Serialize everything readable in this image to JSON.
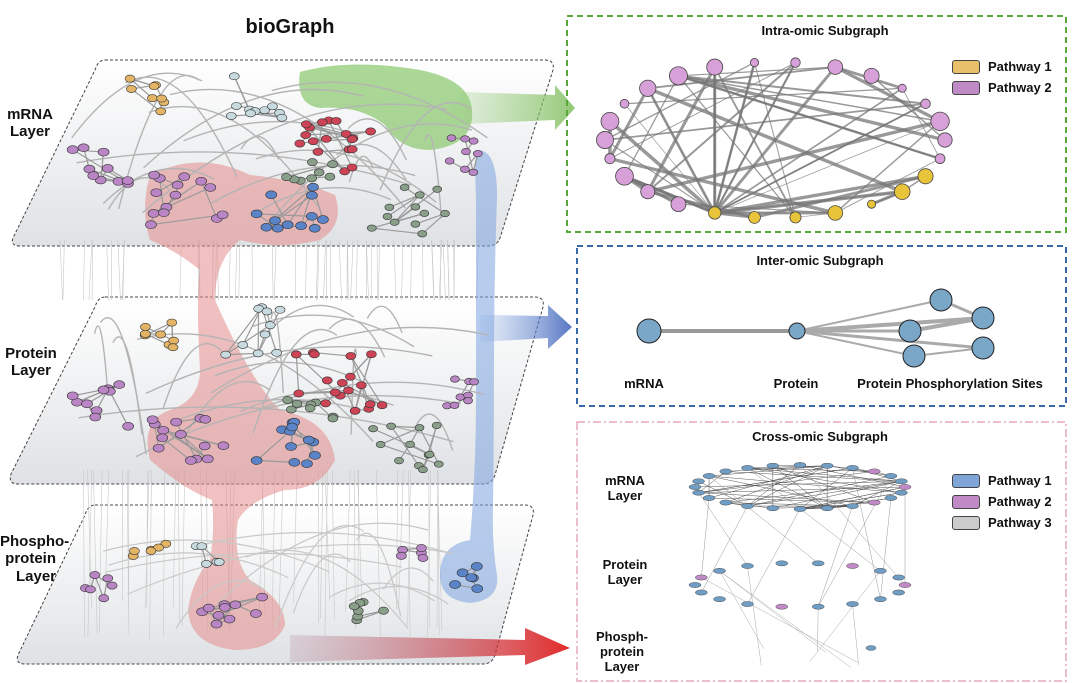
{
  "title": "bioGraph",
  "left_layers": [
    "mRNA\nLayer",
    "Protein\nLayer",
    "Phospho-\nprotein\nLayer"
  ],
  "colors": {
    "yellow": "#e3b466",
    "pink": "#b985c4",
    "lightblue": "#c7dadf",
    "green_gray": "#8a9f89",
    "red": "#cc4455",
    "blue": "#5b84c8",
    "blue_light": "#7aa6c8",
    "gold": "#e8c43a",
    "green_hl": "#8fca74",
    "red_hl": "#e58c8c",
    "blue_hl": "#7ea4e0",
    "panel_green": "#5aa83a",
    "panel_blue": "#3a66aa",
    "panel_pink": "#e8a8b8"
  },
  "intra": {
    "title": "Intra-omic Subgraph",
    "legend": [
      {
        "label": "Pathway 1",
        "color": "#e8c06a"
      },
      {
        "label": "Pathway 2",
        "color": "#c08ac6"
      }
    ]
  },
  "inter": {
    "title": "Inter-omic Subgraph",
    "labels": [
      "mRNA",
      "Protein",
      "Protein Phosphorylation Sites"
    ]
  },
  "cross": {
    "title": "Cross-omic Subgraph",
    "layers": [
      "mRNA\nLayer",
      "Protein\nLayer",
      "Phosph-\nprotein\nLayer"
    ],
    "legend": [
      {
        "label": "Pathway 1",
        "color": "#7ea4d8"
      },
      {
        "label": "Pathway 2",
        "color": "#c08ac6"
      },
      {
        "label": "Pathway 3",
        "color": "#cccccc"
      }
    ]
  }
}
